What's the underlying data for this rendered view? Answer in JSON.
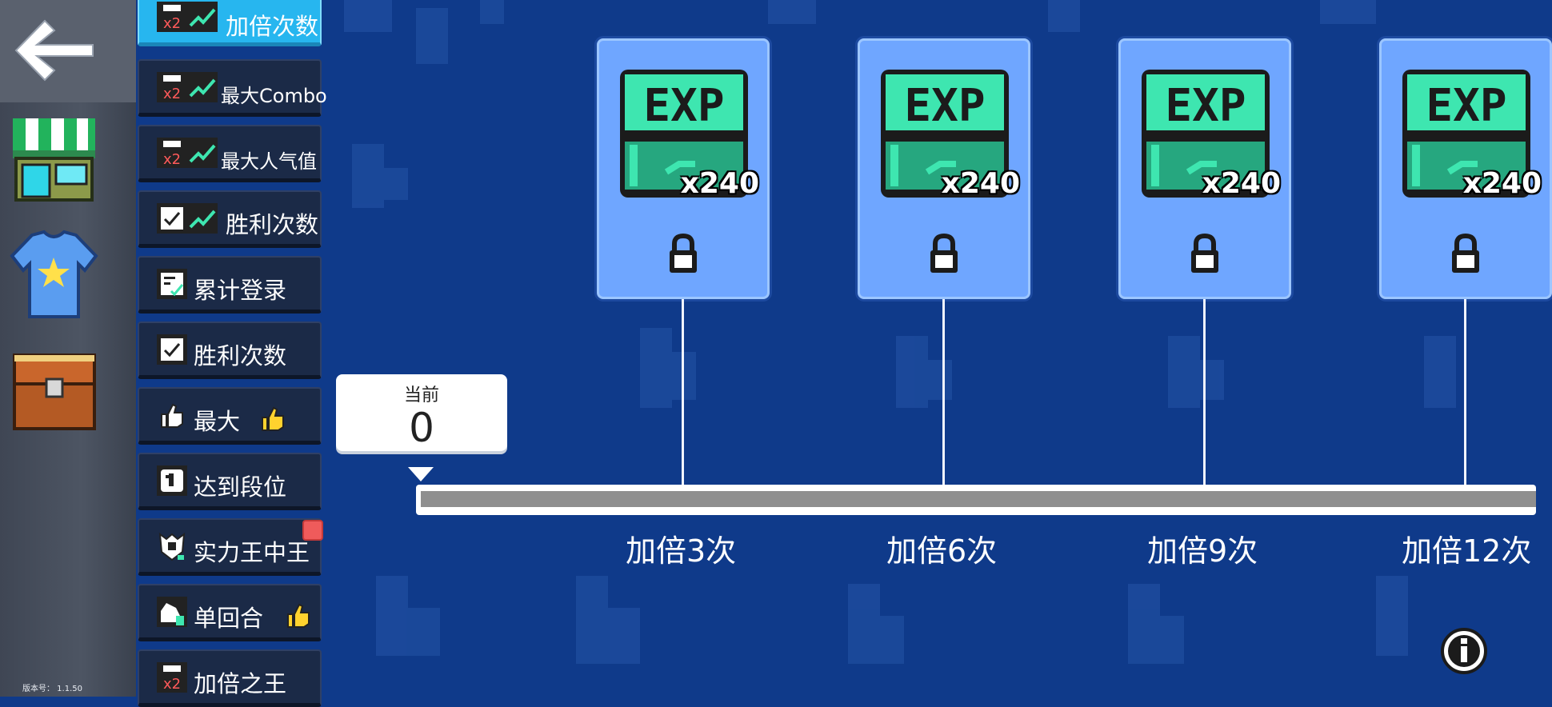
{
  "sidebar": {
    "version_text": "版本号： 1.1.50"
  },
  "tasks": [
    {
      "label": "加倍次数",
      "icons": [
        "x2-crown-icon",
        "trend-up-icon"
      ],
      "active": true
    },
    {
      "label": "最大Combo",
      "icons": [
        "x2-crown-icon",
        "trend-up-icon"
      ],
      "active": false
    },
    {
      "label": "最大人气值",
      "icons": [
        "x2-crown-icon",
        "trend-up-icon"
      ],
      "active": false
    },
    {
      "label": "胜利次数",
      "icons": [
        "checkbox-icon",
        "trend-up-icon"
      ],
      "active": false
    },
    {
      "label": "累计登录",
      "icons": [
        "calendar-check-icon"
      ],
      "active": false
    },
    {
      "label": "胜利次数",
      "icons": [
        "checkbox-icon"
      ],
      "active": false
    },
    {
      "label": "最大",
      "icons": [
        "thumbs-up-icon"
      ],
      "active": false
    },
    {
      "label": "达到段位",
      "icons": [
        "rank-icon"
      ],
      "active": false
    },
    {
      "label": "实力王中王",
      "icons": [
        "shield-rank-icon"
      ],
      "active": false,
      "badge": true
    },
    {
      "label": "单回合",
      "icons": [
        "round-icon"
      ],
      "active": false
    },
    {
      "label": "加倍之王",
      "icons": [
        "x2-crown-icon"
      ],
      "active": false
    }
  ],
  "current": {
    "label": "当前",
    "value": "0",
    "progress": 0
  },
  "milestones": [
    {
      "label": "加倍3次",
      "reward": "EXP",
      "quantity": "x240",
      "locked": true
    },
    {
      "label": "加倍6次",
      "reward": "EXP",
      "quantity": "x240",
      "locked": true
    },
    {
      "label": "加倍9次",
      "reward": "EXP",
      "quantity": "x240",
      "locked": true
    },
    {
      "label": "加倍12次",
      "reward": "EXP",
      "quantity": "x240",
      "locked": true
    }
  ],
  "colors": {
    "background": "#0f3a8a",
    "active_tab": "#27b6ef",
    "card": "#6fa6ff",
    "exp_green": "#3ee6b0",
    "badge": "#ef5b5b"
  }
}
